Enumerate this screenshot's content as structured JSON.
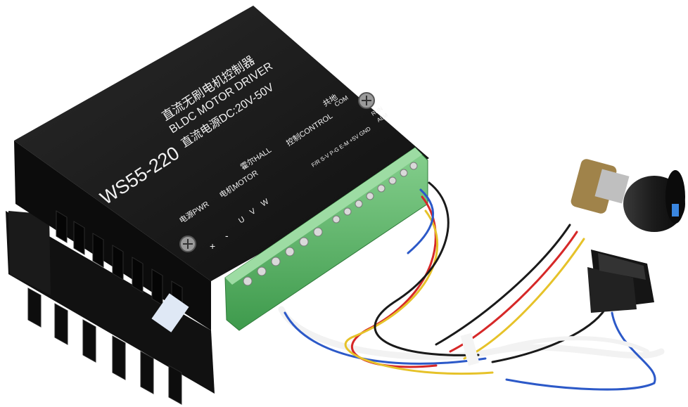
{
  "product": {
    "model": "WS55-220",
    "title_cn": "直流无刷电机控制器",
    "title_en": "BLDC MOTOR DRIVER",
    "voltage": "直流电源DC:20V-50V"
  },
  "terminals": {
    "power": "电源PWR",
    "motor": "电机MOTOR",
    "hall": "霍尔HALL",
    "control": "控制CONTROL",
    "common_cn": "共地",
    "common_en": "COM",
    "plus": "+",
    "minus": "-",
    "u": "U",
    "v": "V",
    "w": "W",
    "ctrl_pins": "F/R S-V P-G E-M +5V GND",
    "run": "RUN",
    "alm": "ALM"
  },
  "colors": {
    "housing": "#141414",
    "heatsink": "#1c1c1c",
    "terminal_green": "#5fb86a",
    "knob": "#1e1e1e",
    "switch": "#151515"
  }
}
